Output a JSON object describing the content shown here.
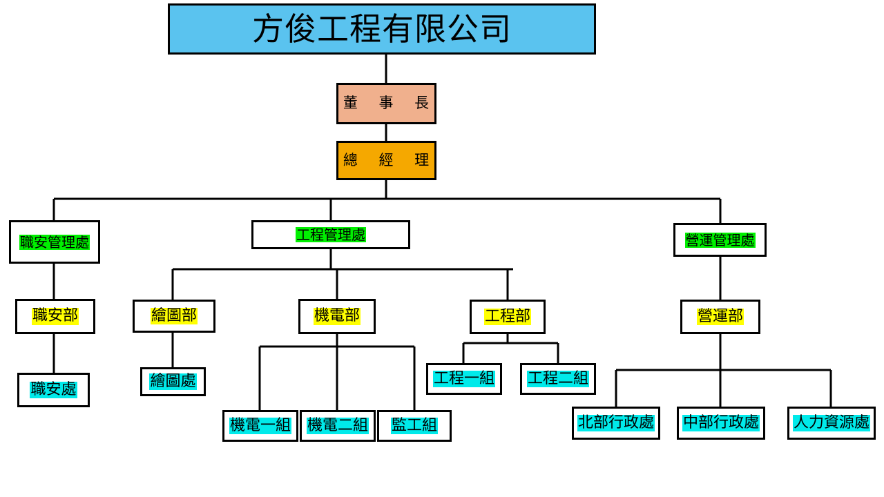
{
  "chart": {
    "type": "org-chart",
    "title": "方俊工程有限公司",
    "background": "#ffffff",
    "line_color": "#000000",
    "palette": {
      "company_fill": "#5ac3ef",
      "chairman_fill": "#f0b08d",
      "general_manager_fill": "#f5a800",
      "division_highlight": "#00f000",
      "department_highlight": "#ffff00",
      "team_highlight": "#00eaea",
      "box_border": "#000000",
      "box_fill": "#ffffff"
    },
    "levels": [
      "company",
      "chairman",
      "general-manager",
      "division",
      "department",
      "team"
    ],
    "nodes": {
      "company": "方俊工程有限公司",
      "chairman": "董 事 長",
      "general_manager": "總 經 理",
      "div_safety": "職安管理處",
      "div_engineering": "工程管理處",
      "div_operations": "營運管理處",
      "dept_safety": "職安部",
      "dept_drafting": "繪圖部",
      "dept_electromechanical": "機電部",
      "dept_engineering": "工程部",
      "dept_operations": "營運部",
      "team_safety": "職安處",
      "team_drafting": "繪圖處",
      "team_em_1": "機電一組",
      "team_em_2": "機電二組",
      "team_supervision": "監工組",
      "team_eng_1": "工程一組",
      "team_eng_2": "工程二組",
      "team_north_admin": "北部行政處",
      "team_central_admin": "中部行政處",
      "team_hr": "人力資源處"
    },
    "hierarchy": [
      {
        "id": "company",
        "children": [
          {
            "id": "chairman",
            "children": [
              {
                "id": "general_manager",
                "children": [
                  {
                    "id": "div_safety",
                    "children": [
                      {
                        "id": "dept_safety",
                        "children": [
                          {
                            "id": "team_safety",
                            "children": []
                          }
                        ]
                      }
                    ]
                  },
                  {
                    "id": "div_engineering",
                    "children": [
                      {
                        "id": "dept_drafting",
                        "children": [
                          {
                            "id": "team_drafting",
                            "children": []
                          }
                        ]
                      },
                      {
                        "id": "dept_electromechanical",
                        "children": [
                          {
                            "id": "team_em_1",
                            "children": []
                          },
                          {
                            "id": "team_em_2",
                            "children": []
                          },
                          {
                            "id": "team_supervision",
                            "children": []
                          }
                        ]
                      },
                      {
                        "id": "dept_engineering",
                        "children": [
                          {
                            "id": "team_eng_1",
                            "children": []
                          },
                          {
                            "id": "team_eng_2",
                            "children": []
                          }
                        ]
                      }
                    ]
                  },
                  {
                    "id": "div_operations",
                    "children": [
                      {
                        "id": "dept_operations",
                        "children": [
                          {
                            "id": "team_north_admin",
                            "children": []
                          },
                          {
                            "id": "team_central_admin",
                            "children": []
                          },
                          {
                            "id": "team_hr",
                            "children": []
                          }
                        ]
                      }
                    ]
                  }
                ]
              }
            ]
          }
        ]
      }
    ]
  }
}
